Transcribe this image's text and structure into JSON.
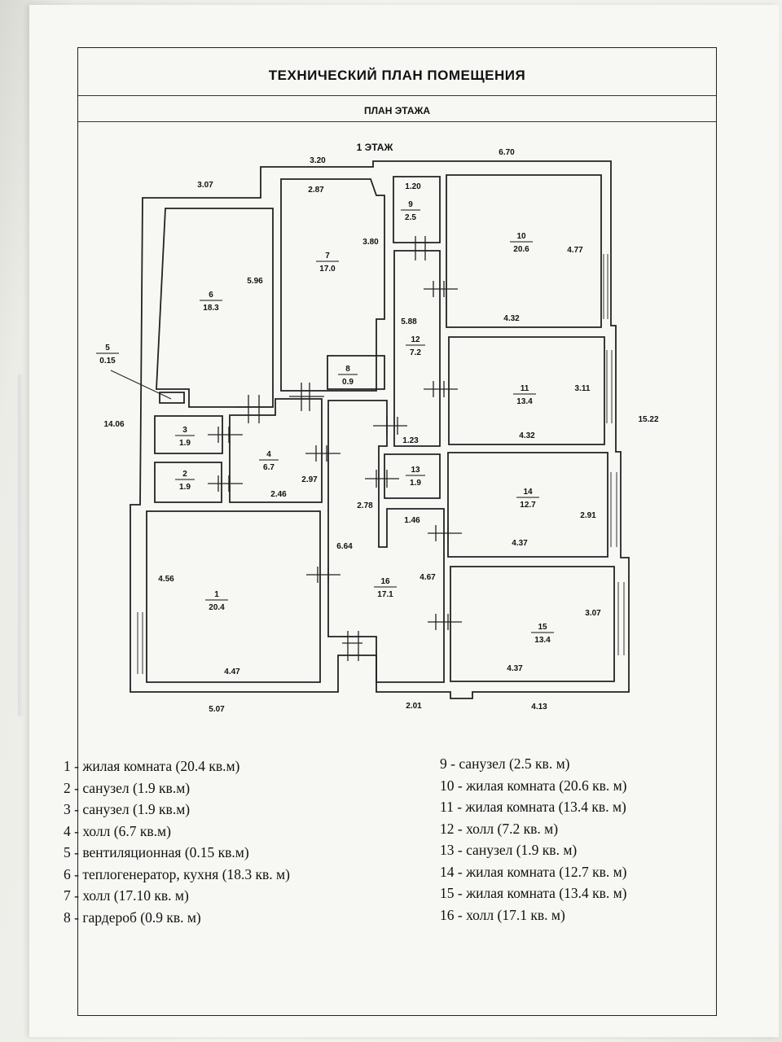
{
  "title": "ТЕХНИЧЕСКИЙ ПЛАН ПОМЕЩЕНИЯ",
  "subtitle": "ПЛАН ЭТАЖА",
  "floor_label": "1 ЭТАЖ",
  "dimensions": {
    "d_320": "3.20",
    "d_670": "6.70",
    "d_307_top": "3.07",
    "d_287": "2.87",
    "d_120": "1.20",
    "d_380": "3.80",
    "d_596": "5.96",
    "d_477": "4.77",
    "d_432_a": "4.32",
    "d_588": "5.88",
    "d_311": "3.11",
    "d_432_b": "4.32",
    "d_123": "1.23",
    "d_1406": "14.06",
    "d_1522": "15.22",
    "d_297": "2.97",
    "d_246": "2.46",
    "d_278": "2.78",
    "d_291": "2.91",
    "d_146": "1.46",
    "d_437_a": "4.37",
    "d_664": "6.64",
    "d_467": "4.67",
    "d_456": "4.56",
    "d_307_r": "3.07",
    "d_447": "4.47",
    "d_437_b": "4.37",
    "d_507": "5.07",
    "d_201": "2.01",
    "d_413": "4.13"
  },
  "rooms": [
    {
      "num": "1",
      "area": "20.4"
    },
    {
      "num": "2",
      "area": "1.9"
    },
    {
      "num": "3",
      "area": "1.9"
    },
    {
      "num": "4",
      "area": "6.7"
    },
    {
      "num": "5",
      "area": "0.15"
    },
    {
      "num": "6",
      "area": "18.3"
    },
    {
      "num": "7",
      "area": "17.0"
    },
    {
      "num": "8",
      "area": "0.9"
    },
    {
      "num": "9",
      "area": "2.5"
    },
    {
      "num": "10",
      "area": "20.6"
    },
    {
      "num": "11",
      "area": "13.4"
    },
    {
      "num": "12",
      "area": "7.2"
    },
    {
      "num": "13",
      "area": "1.9"
    },
    {
      "num": "14",
      "area": "12.7"
    },
    {
      "num": "15",
      "area": "13.4"
    },
    {
      "num": "16",
      "area": "17.1"
    }
  ],
  "legend_left": [
    "1 - жилая комната (20.4 кв.м)",
    "2 - санузел (1.9 кв.м)",
    "3 - санузел (1.9 кв.м)",
    "4 - холл (6.7 кв.м)",
    "5 - вентиляционная (0.15 кв.м)",
    "6 - теплогенератор, кухня (18.3 кв. м)",
    "7 - холл (17.10 кв. м)",
    "8 - гардероб (0.9 кв. м)"
  ],
  "legend_right": [
    "9 - санузел (2.5 кв. м)",
    "10 - жилая комната (20.6 кв. м)",
    "11 - жилая комната (13.4 кв. м)",
    "12 - холл (7.2 кв. м)",
    "13 - санузел (1.9 кв. м)",
    "14 - жилая комната (12.7 кв. м)",
    "15 - жилая комната (13.4 кв. м)",
    "16 - холл (17.1 кв. м)"
  ]
}
